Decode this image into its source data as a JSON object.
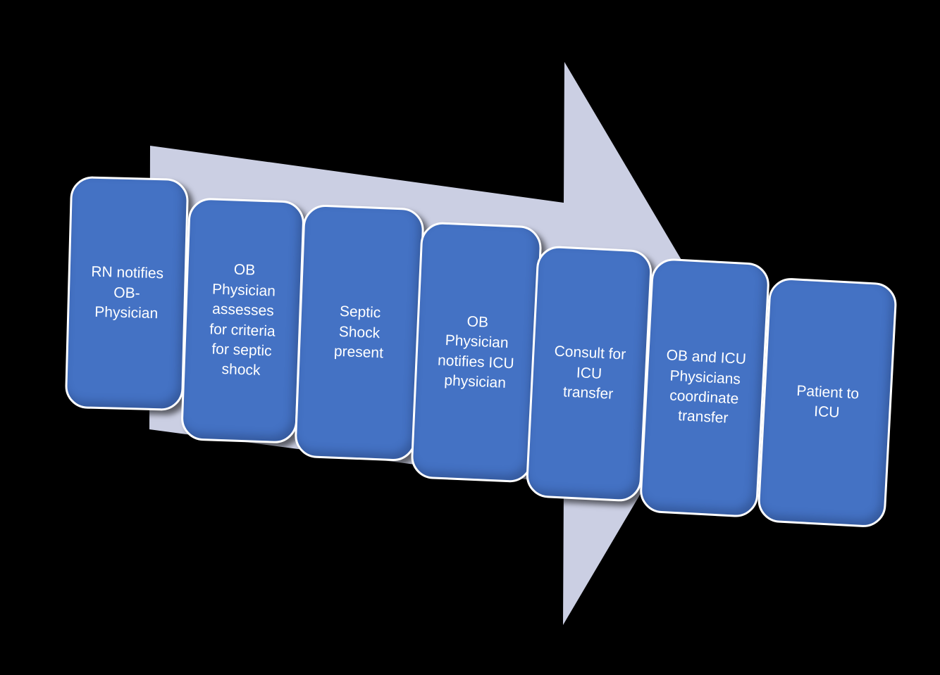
{
  "diagram": {
    "type": "process-flow",
    "background_color": "#000000",
    "arrow": {
      "description": "large right-pointing process arrow",
      "color": "#cbcfe3"
    },
    "step_style": {
      "fill_color": "#4472c4",
      "border_color": "#ffffff",
      "text_color": "#ffffff"
    },
    "steps": [
      {
        "label": "RN notifies OB- Physician"
      },
      {
        "label": "OB Physician assesses for criteria for septic shock"
      },
      {
        "label": "Septic Shock present"
      },
      {
        "label": "OB Physician notifies ICU physician"
      },
      {
        "label": "Consult for ICU transfer"
      },
      {
        "label": "OB and ICU Physicians coordinate transfer"
      },
      {
        "label": "Patient to ICU"
      }
    ]
  }
}
